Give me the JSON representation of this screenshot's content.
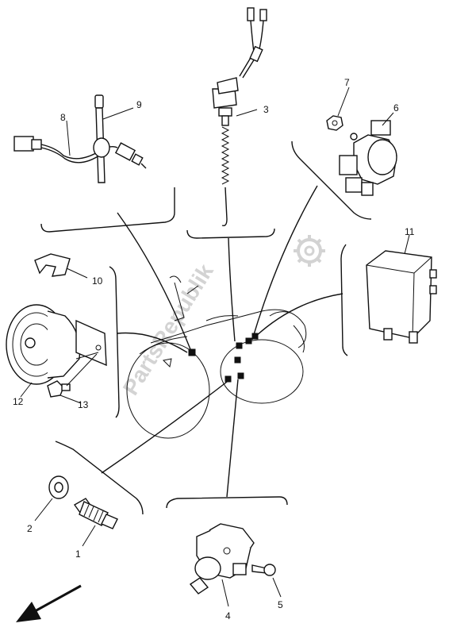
{
  "watermark": "PartsRepublik",
  "callouts": [
    "1",
    "2",
    "3",
    "4",
    "5",
    "6",
    "7",
    "8",
    "9",
    "10",
    "11",
    "12",
    "13"
  ],
  "icons": {
    "watermark_logo": "gear-icon",
    "direction": "arrow-front-left-icon"
  },
  "colors": {
    "ink": "#111111",
    "paper": "#ffffff",
    "watermark": "#cfcfcf"
  }
}
